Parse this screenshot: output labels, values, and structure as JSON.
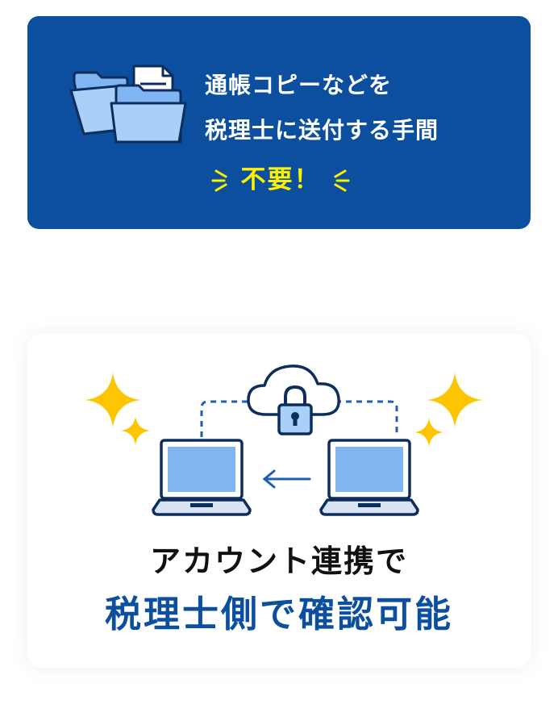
{
  "top_card": {
    "line1": "通帳コピーなどを",
    "line2": "税理士に送付する手間",
    "emphasis": "不要！",
    "icon": "documents-folder-icon",
    "background_color": "#0b4f9e",
    "emphasis_color": "#fff200"
  },
  "bottom_card": {
    "line1": "アカウント連携で",
    "line2": "税理士側で確認可能",
    "icon": "cloud-lock-laptops-icon",
    "accent_color": "#0b4f9e",
    "sparkle_color": "#ffc400"
  }
}
